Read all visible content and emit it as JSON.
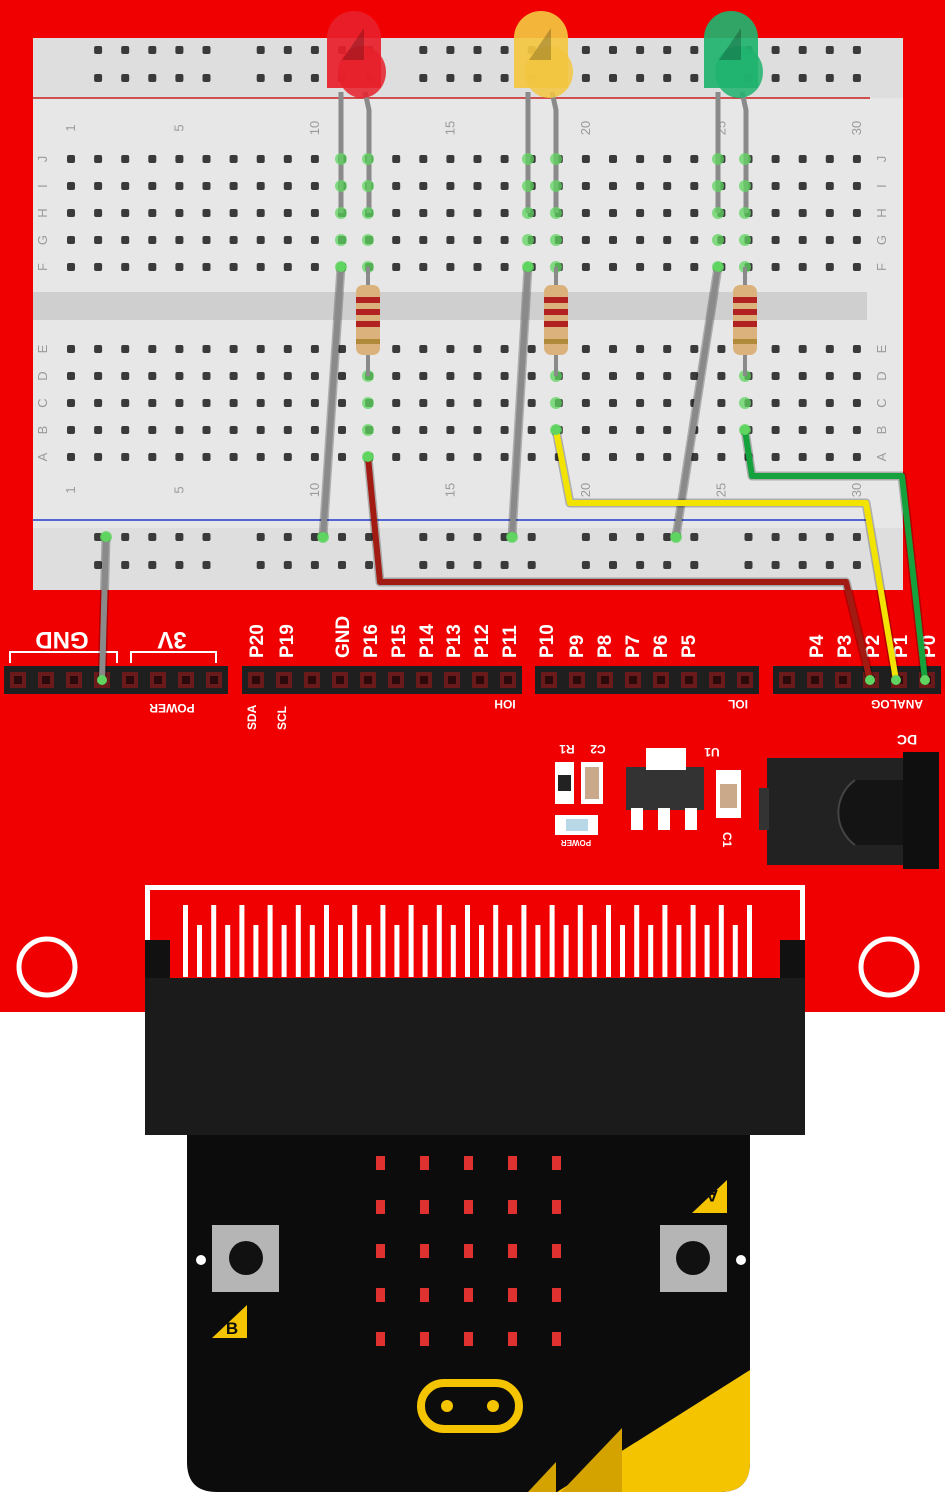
{
  "board": {
    "pin_labels_top": [
      "P20",
      "P19",
      "GND",
      "P16",
      "P15",
      "P14",
      "P13",
      "P12",
      "P11",
      "P10",
      "P9",
      "P8",
      "P7",
      "P6",
      "P5",
      "P4",
      "P3",
      "P2",
      "P1",
      "P0"
    ],
    "gnd_label": "GND",
    "v3_label": "3V",
    "power_label": "POWER",
    "sda_label": "SDA",
    "scl_label": "SCL",
    "ioh_label": "IOH",
    "iol_label": "IOL",
    "analog_label": "ANALOG",
    "dc_label": "DC",
    "u1_label": "U1",
    "c1_label": "C1",
    "c2_label": "C2",
    "r1_label": "R1",
    "led_power_label": "POWER"
  },
  "breadboard": {
    "column_numbers": [
      "1",
      "5",
      "10",
      "15",
      "20",
      "25",
      "30"
    ],
    "row_letters_top": [
      "J",
      "I",
      "H",
      "G",
      "F"
    ],
    "row_letters_bottom": [
      "E",
      "D",
      "C",
      "B",
      "A"
    ]
  },
  "leds": [
    {
      "color_name": "red",
      "color": "#e8202a"
    },
    {
      "color_name": "yellow",
      "color": "#f3c640"
    },
    {
      "color_name": "green",
      "color": "#1fb36e"
    }
  ],
  "wire_colors": {
    "gray": "#8a8a8a",
    "red": "#a11b12",
    "yellow": "#f2e300",
    "green": "#15a23c"
  },
  "microbit": {
    "button_a": "A",
    "button_b": "B"
  }
}
